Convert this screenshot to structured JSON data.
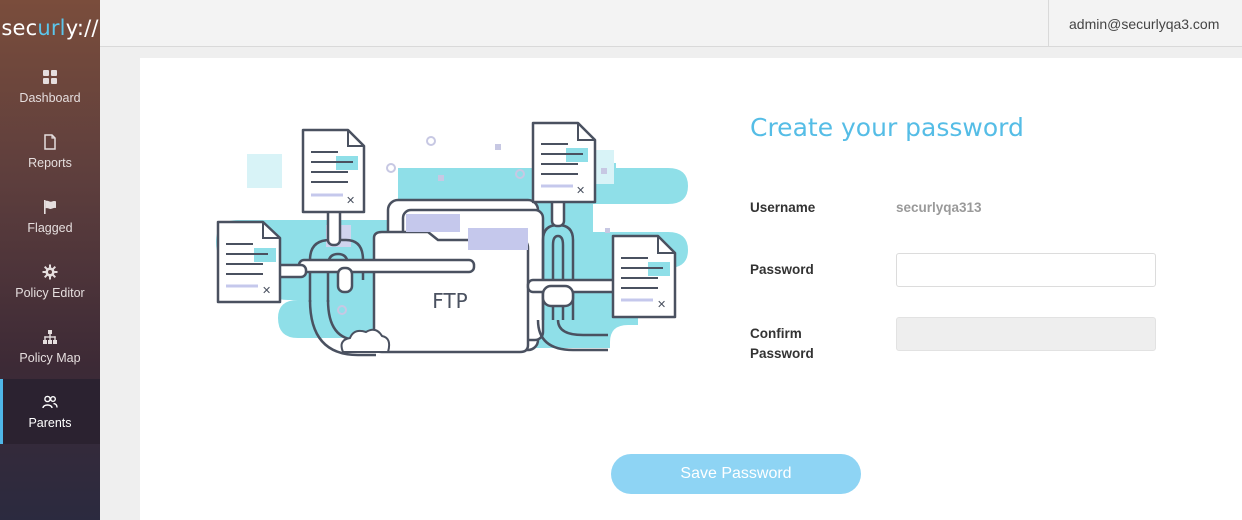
{
  "brand": {
    "prefix": "sec",
    "accent": "url",
    "suffix": "y://"
  },
  "sidebar": {
    "items": [
      {
        "label": "Dashboard",
        "icon": "dashboard-icon",
        "active": false
      },
      {
        "label": "Reports",
        "icon": "document-icon",
        "active": false
      },
      {
        "label": "Flagged",
        "icon": "flag-icon",
        "active": false
      },
      {
        "label": "Policy Editor",
        "icon": "gear-icon",
        "active": false
      },
      {
        "label": "Policy Map",
        "icon": "sitemap-icon",
        "active": false
      },
      {
        "label": "Parents",
        "icon": "users-icon",
        "active": true
      }
    ]
  },
  "header": {
    "user_email": "admin@securlyqa3.com"
  },
  "illustration": {
    "folder_label": "FTP"
  },
  "form": {
    "title": "Create your password",
    "username_label": "Username",
    "username_value": "securlyqa313",
    "password_label": "Password",
    "password_value": "",
    "confirm_label_line1": "Confirm",
    "confirm_label_line2": "Password",
    "confirm_value": "",
    "save_label": "Save Password"
  },
  "colors": {
    "accent": "#55bde6",
    "button": "#8ed4f4",
    "sidebar_top": "#7a4d3c",
    "sidebar_bottom": "#2b2a3f"
  }
}
